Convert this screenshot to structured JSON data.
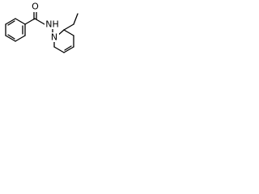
{
  "molecule": {
    "atom_labels": {
      "carbonyl_oxygen": "O",
      "amide_nitrogen": "NH",
      "ring_nitrogen": "N"
    },
    "line_color": "#000000",
    "background_color": "#ffffff"
  }
}
